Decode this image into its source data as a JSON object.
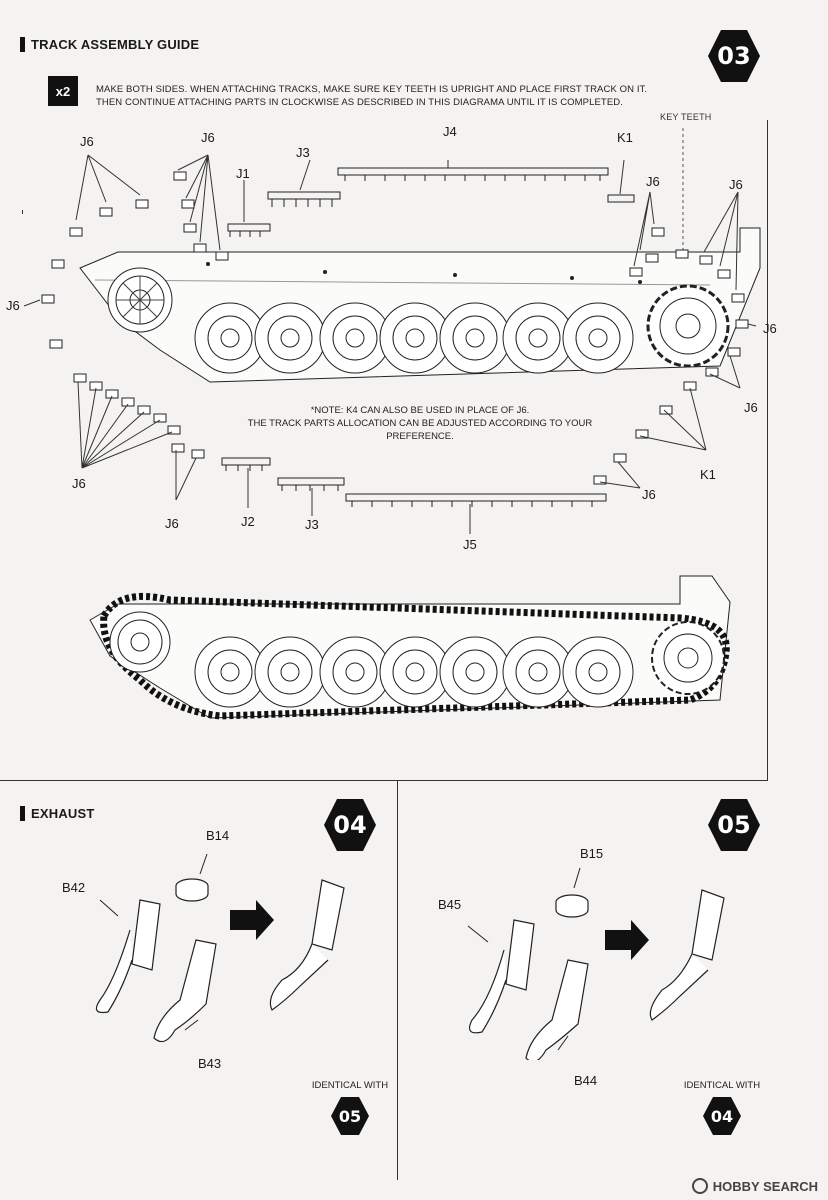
{
  "step03": {
    "title": "TRACK ASSEMBLY GUIDE",
    "step_number": "03",
    "multiplier": "x2",
    "instruction_line1": "MAKE BOTH SIDES. WHEN ATTACHING TRACKS, MAKE SURE KEY TEETH IS UPRIGHT AND PLACE FIRST TRACK ON IT.",
    "instruction_line2": "THEN CONTINUE ATTACHING PARTS IN CLOCKWISE AS DESCRIBED IN THIS DIAGRAMA UNTIL IT IS COMPLETED.",
    "key_teeth_label": "KEY TEETH",
    "note_line1": "*NOTE: K4 CAN ALSO BE USED IN PLACE OF J6.",
    "note_line2": "THE TRACK PARTS ALLOCATION CAN BE ADJUSTED ACCORDING TO YOUR PREFERENCE.",
    "part_labels": {
      "j6_top_left": "J6",
      "j6_top_mid": "J6",
      "j1": "J1",
      "j3_top": "J3",
      "j4": "J4",
      "k1_top": "K1",
      "j6_top_right": "J6",
      "j6_far_right": "J6",
      "j6_left": "J6",
      "j6_right": "J6",
      "j6_right_lower": "J6",
      "j6_bottom_left": "J6",
      "j6_bottom_mid": "J6",
      "j2": "J2",
      "j3_bottom": "J3",
      "j5": "J5",
      "k1_bottom": "K1",
      "j6_bottom_right": "J6"
    }
  },
  "exhaust": {
    "title": "EXHAUST",
    "step04": {
      "number": "04",
      "parts": [
        "B14",
        "B42",
        "B43"
      ],
      "identical_label": "IDENTICAL WITH",
      "identical_step": "05"
    },
    "step05": {
      "number": "05",
      "parts": [
        "B15",
        "B45",
        "B44"
      ],
      "identical_label": "IDENTICAL WITH",
      "identical_step": "04"
    }
  },
  "footer": {
    "brand": "HOBBY SEARCH"
  },
  "colors": {
    "ink": "#1a1a1a",
    "paper": "#f4f3f1",
    "hex_fill": "#111111"
  }
}
